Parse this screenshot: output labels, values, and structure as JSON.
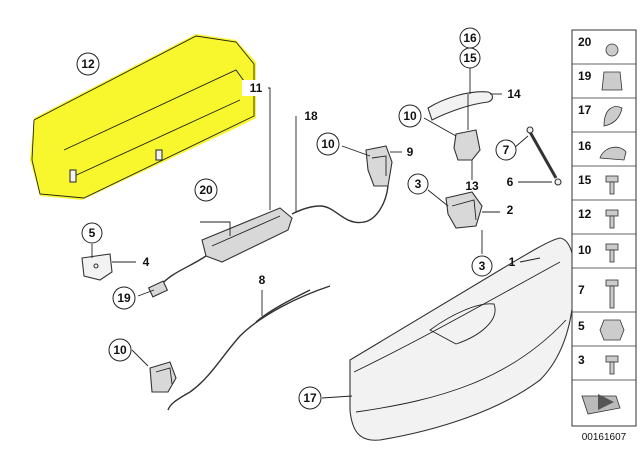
{
  "diagram": {
    "highlight_color": "#f7f51a",
    "callouts": [
      {
        "id": "c12",
        "label": "12",
        "shape": "circle"
      },
      {
        "id": "c11",
        "label": "11",
        "shape": "box"
      },
      {
        "id": "c18",
        "label": "18",
        "shape": "box"
      },
      {
        "id": "c20",
        "label": "20",
        "shape": "circle"
      },
      {
        "id": "c5",
        "label": "5",
        "shape": "circle"
      },
      {
        "id": "c4",
        "label": "4",
        "shape": "box"
      },
      {
        "id": "c19",
        "label": "19",
        "shape": "circle"
      },
      {
        "id": "c8",
        "label": "8",
        "shape": "box"
      },
      {
        "id": "c10a",
        "label": "10",
        "shape": "circle"
      },
      {
        "id": "c10b",
        "label": "10",
        "shape": "circle"
      },
      {
        "id": "c9",
        "label": "9",
        "shape": "box"
      },
      {
        "id": "c16",
        "label": "16",
        "shape": "circle"
      },
      {
        "id": "c15",
        "label": "15",
        "shape": "circle"
      },
      {
        "id": "c14",
        "label": "14",
        "shape": "box"
      },
      {
        "id": "c10c",
        "label": "10",
        "shape": "circle"
      },
      {
        "id": "c13",
        "label": "13",
        "shape": "box"
      },
      {
        "id": "c3a",
        "label": "3",
        "shape": "circle"
      },
      {
        "id": "c2",
        "label": "2",
        "shape": "box"
      },
      {
        "id": "c3b",
        "label": "3",
        "shape": "circle"
      },
      {
        "id": "c7",
        "label": "7",
        "shape": "circle"
      },
      {
        "id": "c6",
        "label": "6",
        "shape": "box"
      },
      {
        "id": "c1",
        "label": "1",
        "shape": "box"
      },
      {
        "id": "c17",
        "label": "17",
        "shape": "circle"
      }
    ],
    "sidebar_items": [
      "20",
      "19",
      "17",
      "16",
      "15",
      "12",
      "10",
      "7",
      "5",
      "3"
    ],
    "catalog_number": "00161607"
  }
}
